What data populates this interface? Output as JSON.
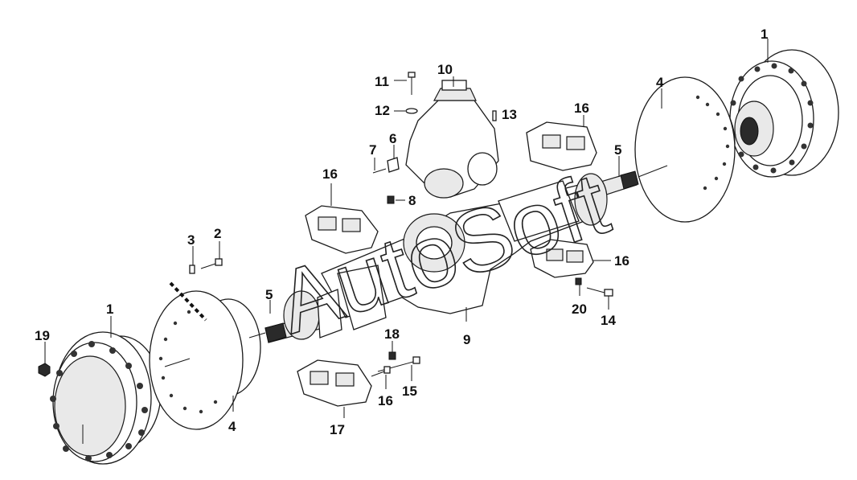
{
  "watermark": "AutoSoft",
  "callouts": [
    "1",
    "1",
    "2",
    "3",
    "4",
    "4",
    "5",
    "5",
    "6",
    "7",
    "8",
    "9",
    "10",
    "11",
    "12",
    "13",
    "14",
    "15",
    "16",
    "16",
    "16",
    "16",
    "17",
    "18",
    "19",
    "20"
  ]
}
